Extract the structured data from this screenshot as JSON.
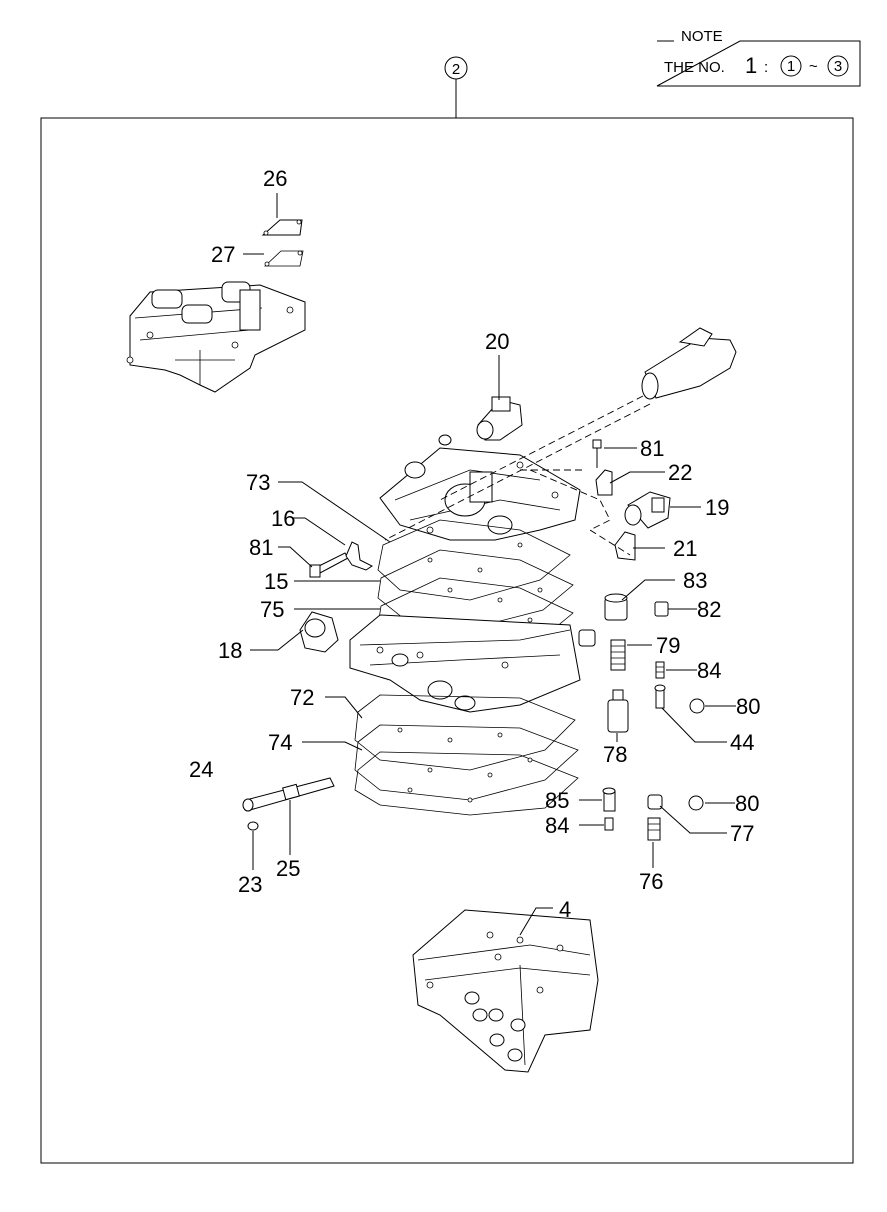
{
  "note": {
    "title": "NOTE",
    "prefix": "THE NO.",
    "number": "1",
    "separator": ":",
    "range_start": "1",
    "tilde": "~",
    "range_end": "3"
  },
  "assembly_marker": "2",
  "callouts": {
    "c26": "26",
    "c27": "27",
    "c20": "20",
    "c81a": "81",
    "c22": "22",
    "c73": "73",
    "c19": "19",
    "c16": "16",
    "c81b": "81",
    "c21": "21",
    "c15": "15",
    "c83": "83",
    "c75": "75",
    "c82": "82",
    "c18": "18",
    "c79": "79",
    "c84a": "84",
    "c72": "72",
    "c80a": "80",
    "c44": "44",
    "c74": "74",
    "c78": "78",
    "c24": "24",
    "c85": "85",
    "c80b": "80",
    "c84b": "84",
    "c77": "77",
    "c25": "25",
    "c23": "23",
    "c76": "76",
    "c4": "4"
  }
}
